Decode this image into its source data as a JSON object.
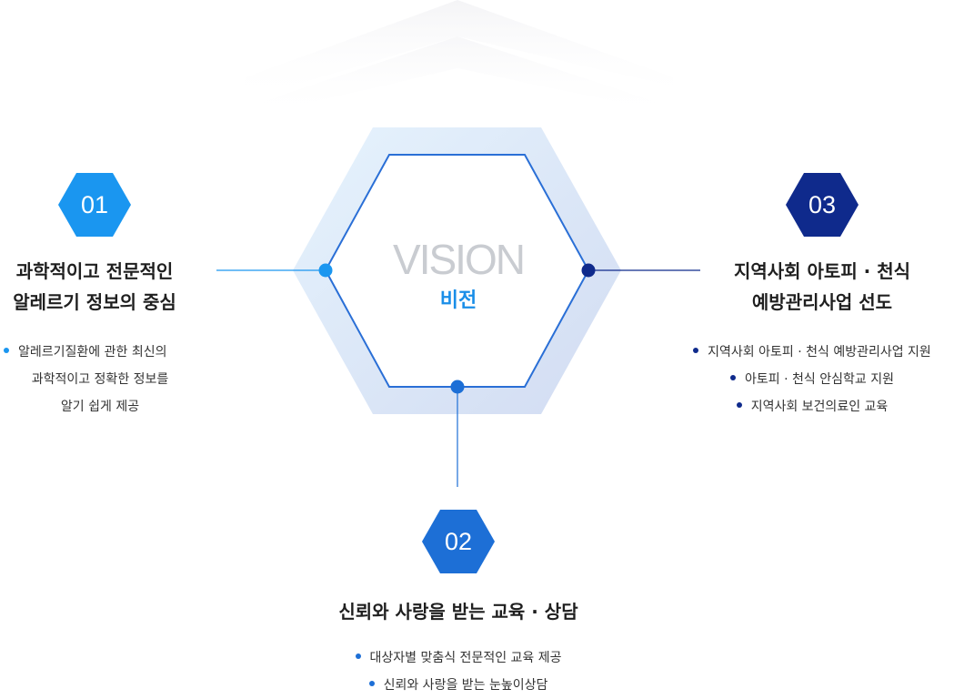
{
  "center": {
    "title": "VISION",
    "subtitle": "비전"
  },
  "items": [
    {
      "number": "01",
      "heading_line1": "과학적이고 전문적인",
      "heading_line2": "알레르기 정보의 중심",
      "bullets": [
        "알레르기질환에 관한 최신의",
        "과학적이고 정확한 정보를",
        "알기 쉽게 제공"
      ]
    },
    {
      "number": "02",
      "heading_line1": "신뢰와 사랑을 받는 교육 · 상담",
      "bullets": [
        "대상자별 맞춤식 전문적인 교육 제공",
        "신뢰와 사랑을 받는 눈높이상담"
      ]
    },
    {
      "number": "03",
      "heading_line1": "지역사회 아토피 · 천식",
      "heading_line2": "예방관리사업 선도",
      "bullets": [
        "지역사회 아토피 · 천식 예방관리사업 지원",
        "아토피 · 천식 안심학교 지원",
        "지역사회 보건의료인 교육"
      ]
    }
  ],
  "colors": {
    "item1": "#1a96f0",
    "item2": "#1d6fd6",
    "item3": "#0f2a8c",
    "hex_outline": "#2a6fd6",
    "vision_text": "#c9ccd1",
    "subtitle_text": "#1a8ee8"
  }
}
